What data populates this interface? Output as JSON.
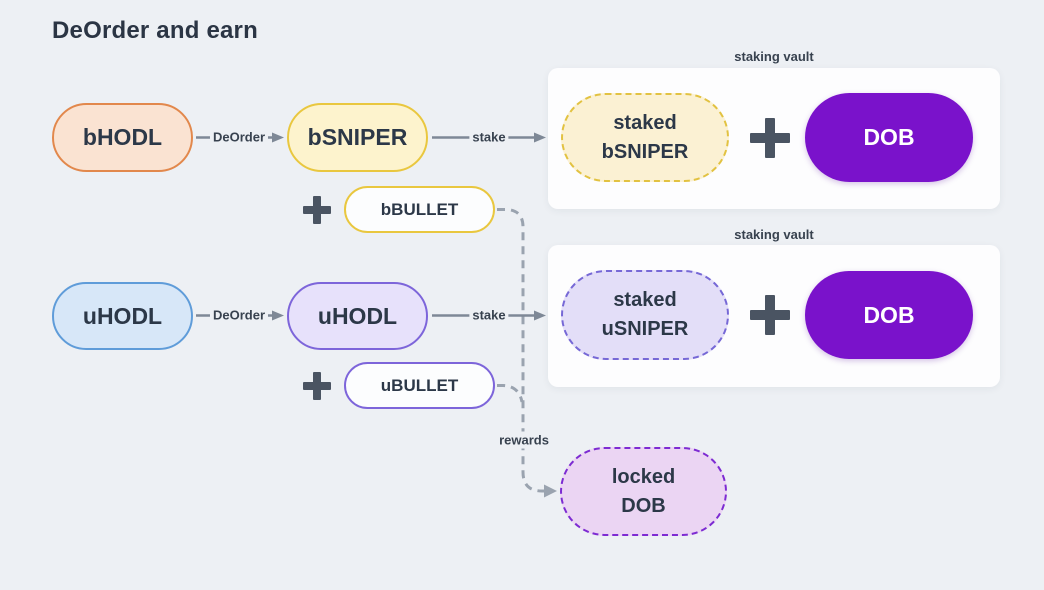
{
  "title": "DeOrder and earn",
  "vaults": {
    "top_label": "staking vault",
    "bottom_label": "staking vault"
  },
  "nodes": {
    "bhodl": {
      "label": "bHODL"
    },
    "bsniper": {
      "label": "bSNIPER"
    },
    "bbullet": {
      "label": "bBULLET"
    },
    "uhodl_source": {
      "label": "uHODL"
    },
    "uhodl_deordered": {
      "label": "uHODL"
    },
    "ubullet": {
      "label": "uBULLET"
    },
    "staked_bsniper": {
      "line1": "staked",
      "line2": "bSNIPER"
    },
    "dob_top": {
      "label": "DOB"
    },
    "staked_usniper": {
      "line1": "staked",
      "line2": "uSNIPER"
    },
    "dob_bottom": {
      "label": "DOB"
    },
    "locked_dob": {
      "line1": "locked",
      "line2": "DOB"
    }
  },
  "edges": {
    "deorder_top": "DeOrder",
    "stake_top": "stake",
    "deorder_bottom": "DeOrder",
    "stake_bottom": "stake",
    "rewards": "rewards"
  },
  "colors": {
    "background": "#edf0f4",
    "card": "#fdfdfe",
    "text_dark": "#2c3848",
    "arrow_gray": "#7e8896",
    "dashed_gray": "#9aa3af",
    "bhodl_fill": "#fae3d2",
    "bhodl_border": "#e2884c",
    "bsniper_fill": "#fdf3cd",
    "bsniper_border": "#e9c73f",
    "uhodl_fill": "#d7e7f8",
    "uhodl_border": "#5f9cd9",
    "uhodl_deordered_fill": "#e7e1fb",
    "uhodl_deordered_border": "#7d65da",
    "staked_bsniper_fill": "#fbf1d3",
    "staked_usniper_fill": "#e3def8",
    "dob_fill": "#7a12cb",
    "locked_dob_fill": "#ebd5f3",
    "locked_dob_border": "#7d2bd2"
  }
}
